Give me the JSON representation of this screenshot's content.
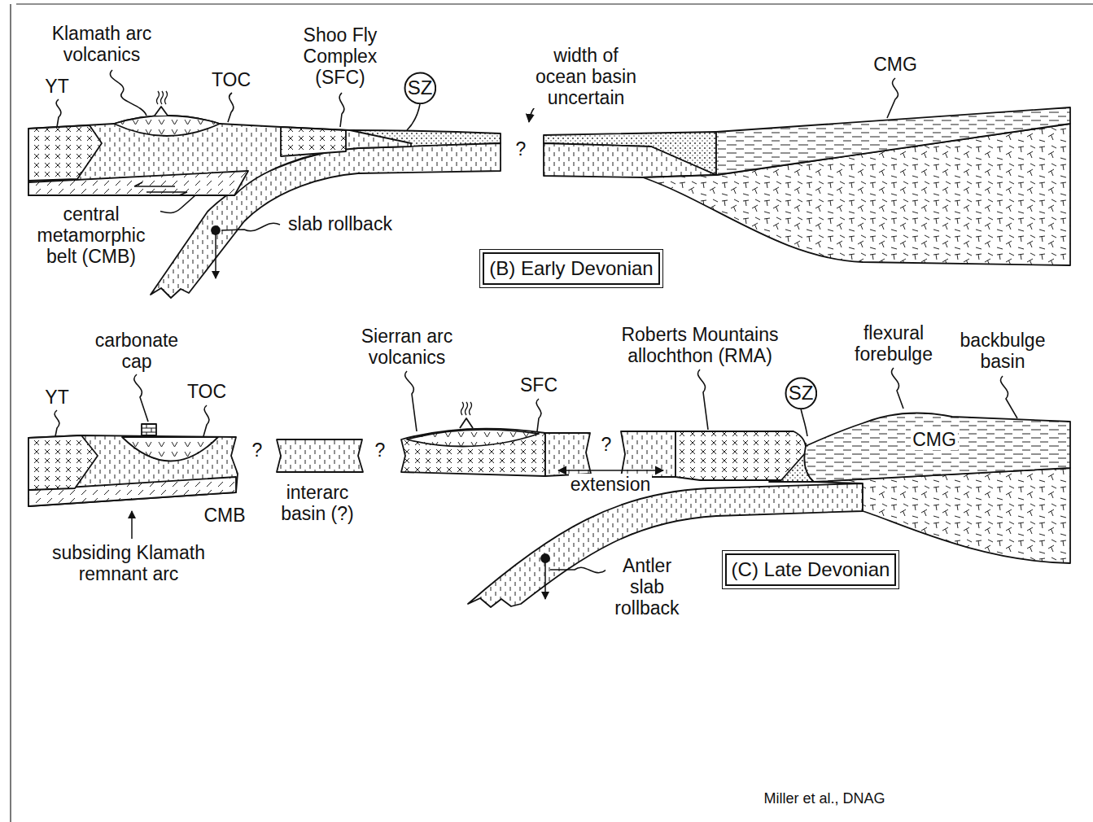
{
  "diagram": {
    "nodes": [
      {
        "text": [
          "SZ"
        ]
      },
      {
        "text": [
          "(B) Early Devonian"
        ]
      },
      {
        "text": [
          "SZ"
        ]
      },
      {
        "text": [
          "(C) Late Devonian"
        ]
      }
    ],
    "labels": [
      "Klamath arc volcanics",
      "YT",
      "TOC",
      "Shoo Fly Complex (SFC)",
      "width of ocean basin uncertain",
      "?",
      "CMG",
      "central metamorphic belt (CMB)",
      "slab rollback",
      "carbonate cap",
      "YT",
      "TOC",
      "?",
      "?",
      "?",
      "Sierran arc volcanics",
      "SFC",
      "Roberts Mountains allochthon (RMA)",
      "flexural forebulge",
      "backbulge basin",
      "CMG",
      "interarc basin (?)",
      "extension",
      "CMB",
      "subsiding Klamath remnant arc",
      "Antler slab rollback",
      "Miller et al., DNAG"
    ]
  }
}
